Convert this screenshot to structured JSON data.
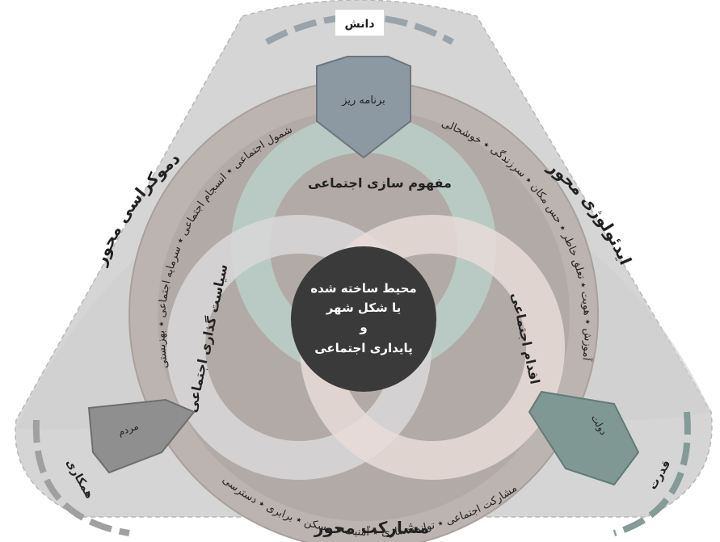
{
  "top_label": "دانش",
  "bottom_left_label": "همکاری",
  "bottom_right_label": "قدرت",
  "node_top": "برنامه ریز",
  "node_left": "مردم",
  "node_right": "دولت",
  "axis_right": "ایدئولوژی محور",
  "axis_left": "دموکراسی محور",
  "axis_bottom": "مشارکت محور",
  "circle_top": "مفهوم سازی اجتماعی",
  "circle_left": "سیاست گذاری اجتماعی",
  "circle_right": "اقدام اجتماعی",
  "center_line1": "محیط ساخته شده",
  "center_line2": "یا شکل شهر",
  "center_line3": "و",
  "center_line4": "پایداری اجتماعی",
  "ring_top_left": "شمول اجتماعی ٭ انسجام اجتماعی ٭ سرمایه اجتماعی ٭ بهزیستی",
  "ring_top_right": "آموزش ٭ هویت ٭ تعلق خاطر ٭ حس مکان ٭ سرزندگی ٭ خوشحالی",
  "ring_bottom": "مشارکت اجتماعی ٭ توانمندسازی ٭ امنیت ٭ مسکن ٭ برابری ٭ دسترسی"
}
